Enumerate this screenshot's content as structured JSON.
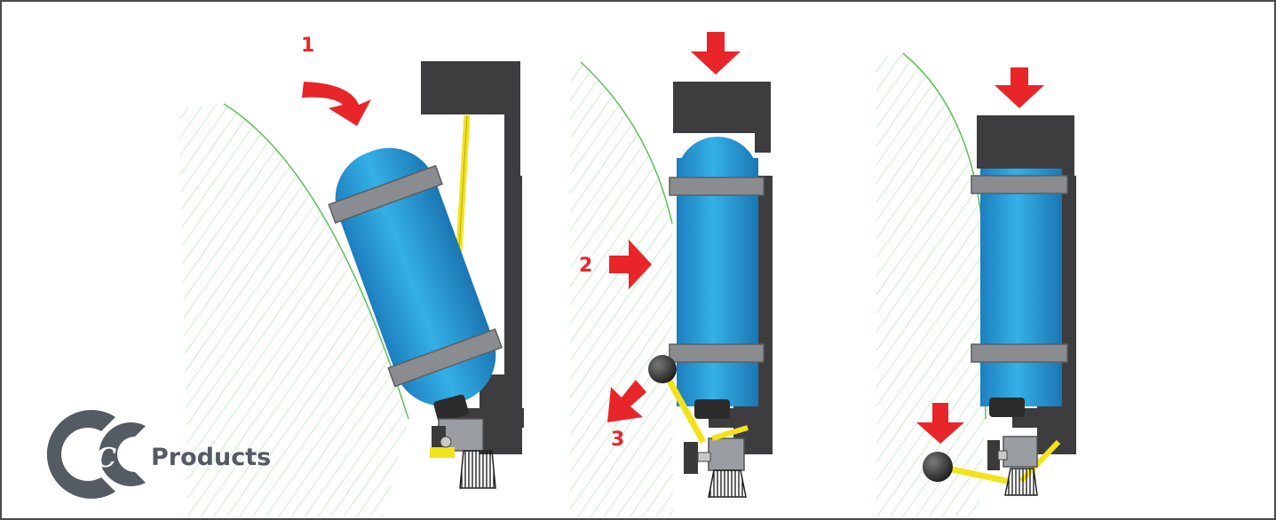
{
  "brand": {
    "mark": "&C",
    "name": "Products"
  },
  "steps": [
    "1",
    "2",
    "3"
  ],
  "colors": {
    "arrow": "#e8262a",
    "cylinder": "#2aa3dc",
    "strap": "#8a8c8f",
    "bracket": "#3d3d3f",
    "wall_hatch": "#5cbf5a",
    "valve_arm": "#f2e21a",
    "brand_grey": "#545b63"
  },
  "icons": [
    "curved-arrow-icon",
    "down-arrow-icon",
    "right-arrow-icon",
    "down-left-arrow-icon"
  ]
}
